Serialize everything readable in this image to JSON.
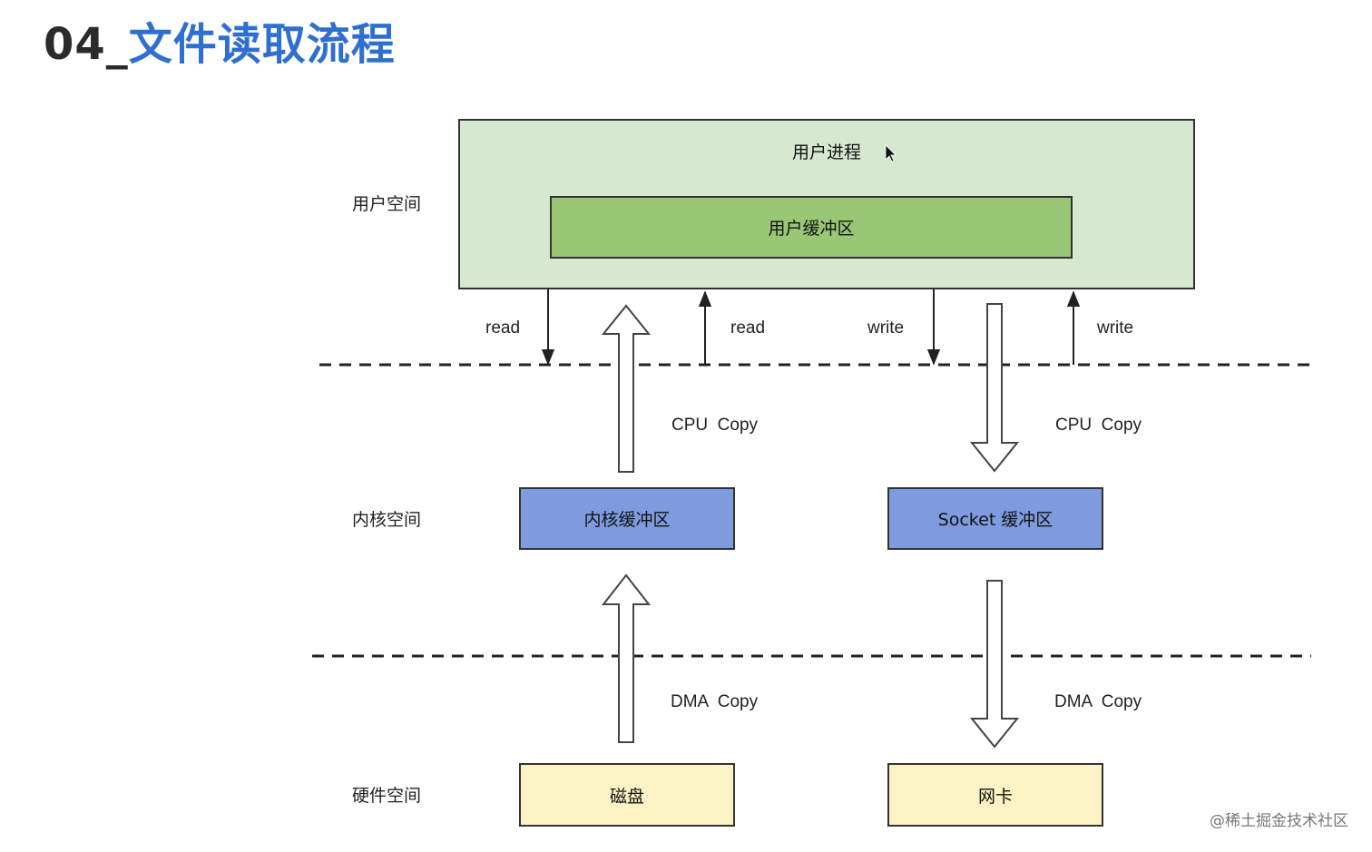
{
  "title": {
    "number": "04_",
    "text": "文件读取流程"
  },
  "spaces": {
    "user": "用户空间",
    "kernel": "内核空间",
    "hardware": "硬件空间"
  },
  "boxes": {
    "user_process": "用户进程",
    "user_buffer": "用户缓冲区",
    "kernel_buffer": "内核缓冲区",
    "socket_buffer": "Socket 缓冲区",
    "disk": "磁盘",
    "nic": "网卡"
  },
  "edges": {
    "read_down": "read",
    "read_up": "read",
    "write_down": "write",
    "write_up": "write",
    "cpu_copy_left": "CPU  Copy",
    "cpu_copy_right": "CPU  Copy",
    "dma_copy_left": "DMA  Copy",
    "dma_copy_right": "DMA  Copy"
  },
  "colors": {
    "user_process_fill": "#d6e8d0",
    "user_buffer_fill": "#99c775",
    "kernel_fill": "#7d9bde",
    "hardware_fill": "#fbf3c4",
    "title_accent": "#2f6fd1"
  },
  "footer": "@稀土掘金技术社区"
}
